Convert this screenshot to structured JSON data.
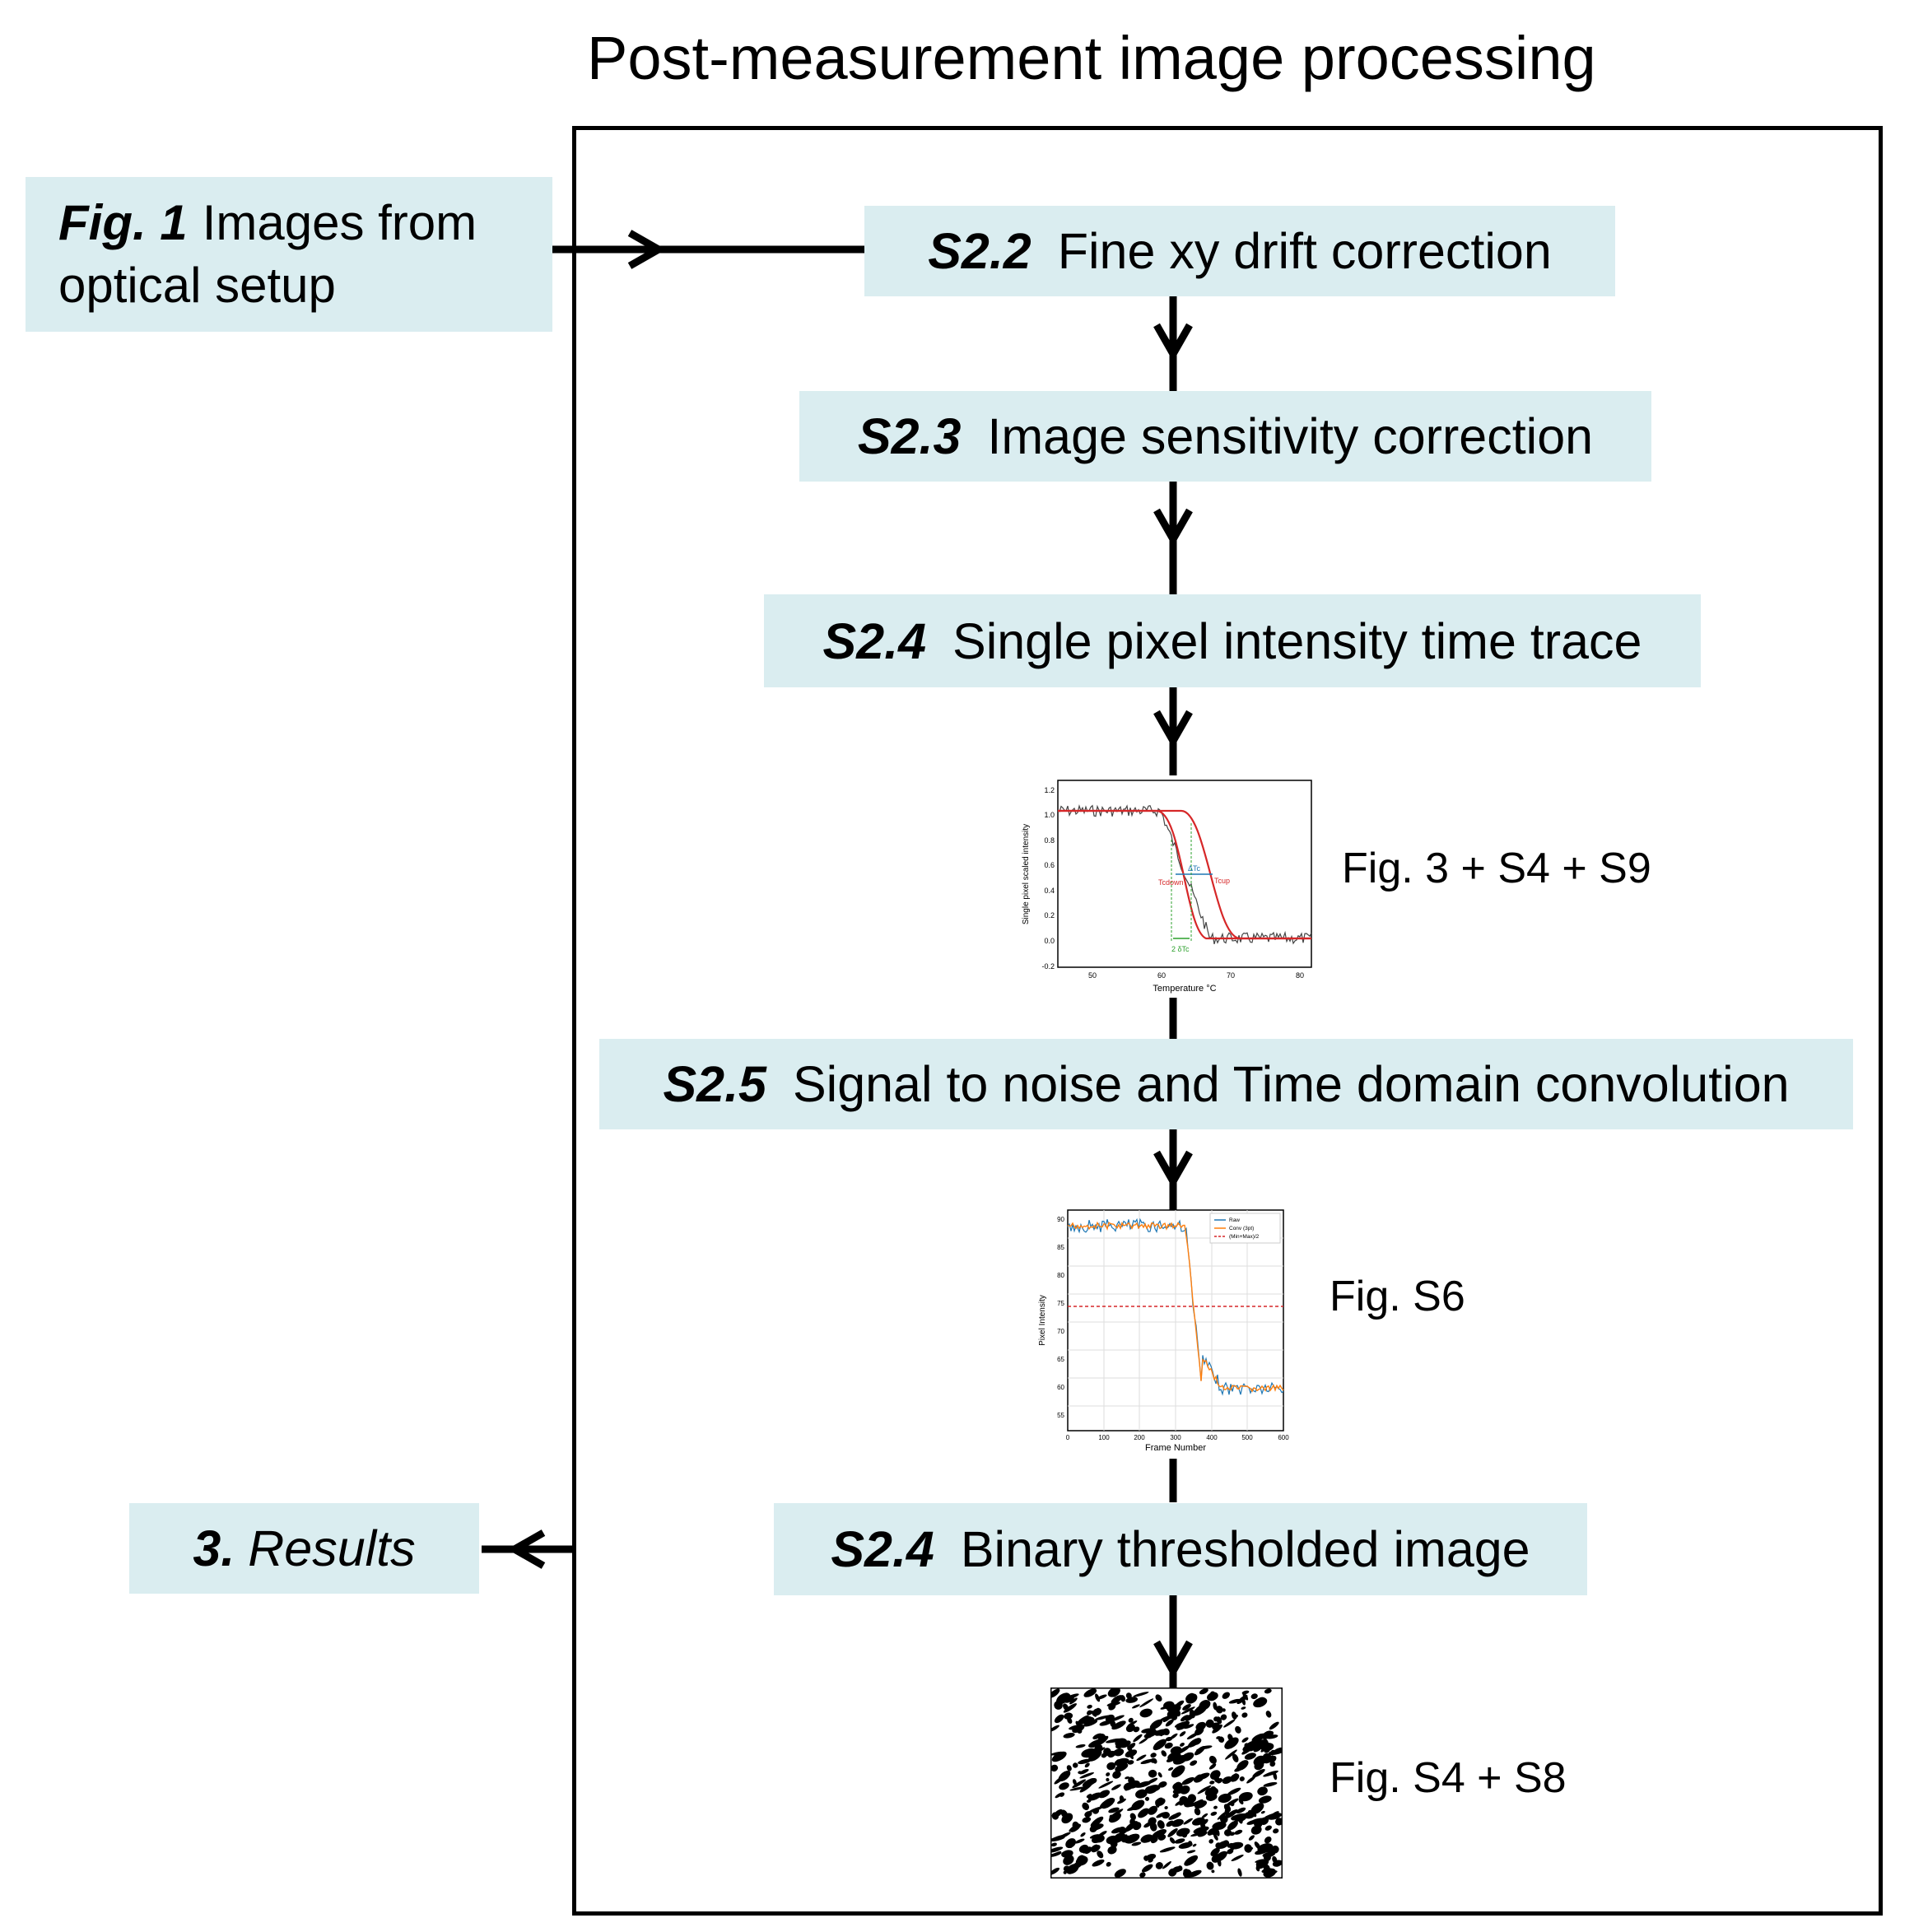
{
  "title": "Post-measurement image processing",
  "input": {
    "ref": "Fig. 1",
    "text": "Images from",
    "text2": "optical setup"
  },
  "output": {
    "ref": "3.",
    "text": "Results"
  },
  "steps": [
    {
      "ref": "S2.2",
      "label": "Fine xy drift correction"
    },
    {
      "ref": "S2.3",
      "label": "Image sensitivity correction"
    },
    {
      "ref": "S2.4",
      "label": "Single pixel intensity time trace"
    },
    {
      "ref": "S2.5",
      "label": "Signal to noise and Time domain convolution"
    },
    {
      "ref": "S2.4",
      "label": "Binary thresholded image"
    }
  ],
  "figures": [
    {
      "caption": "Fig. 3 + S4 + S9"
    },
    {
      "caption": "Fig. S6"
    },
    {
      "caption": "Fig. S4 + S8"
    }
  ],
  "plot1": {
    "xlabel": "Temperature °C",
    "ylabel": "Single pixel scaled intensity",
    "xticks": [
      "50",
      "60",
      "70",
      "80"
    ],
    "yticks": [
      "1.2",
      "1.0",
      "0.8",
      "0.6",
      "0.4",
      "0.2",
      "0.0",
      "-0.2"
    ],
    "labels": {
      "tdown": "Tcdown",
      "tup": "Tcup",
      "dt": "ΔTc",
      "delta": "2 δTc"
    }
  },
  "plot2": {
    "xlabel": "Frame Number",
    "ylabel": "Pixel Intensity",
    "xticks": [
      "0",
      "100",
      "200",
      "300",
      "400",
      "500",
      "600"
    ],
    "yticks": [
      "90",
      "85",
      "80",
      "75",
      "70",
      "65",
      "60",
      "55"
    ],
    "legend": [
      "Raw",
      "Conv (3pt)",
      "(Min+Max)/2"
    ]
  },
  "colors": {
    "box": "#daedf0",
    "red": "#d62728",
    "blue": "#1f77b4",
    "orange": "#ff7f0e",
    "green": "#2ca02c"
  }
}
